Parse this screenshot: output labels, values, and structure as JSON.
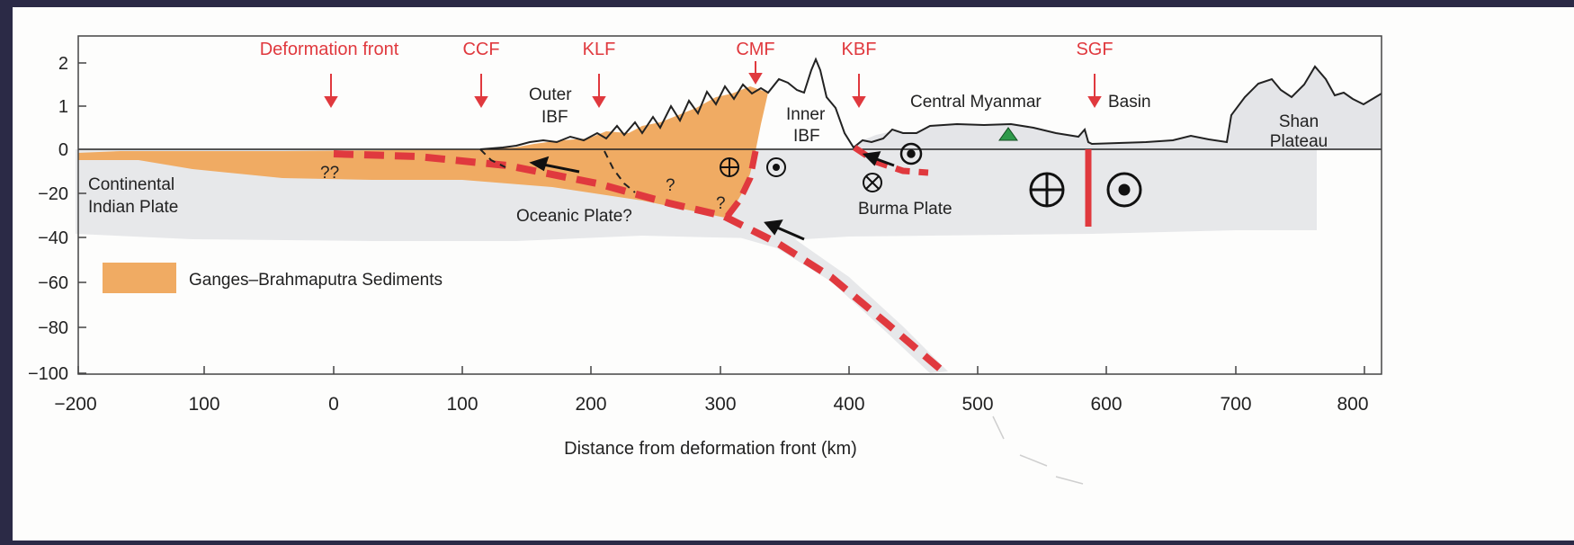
{
  "figure": {
    "x_axis": {
      "label": "Distance from deformation front (km)",
      "ticks": [
        "−200",
        "100",
        "0",
        "100",
        "200",
        "300",
        "400",
        "500",
        "600",
        "700",
        "800"
      ]
    },
    "y_axis": {
      "ticks": [
        "2",
        "1",
        "0",
        "−20",
        "−40",
        "−60",
        "−80",
        "−100"
      ]
    },
    "faults": [
      {
        "label": "Deformation front"
      },
      {
        "label": "CCF"
      },
      {
        "label": "KLF"
      },
      {
        "label": "CMF"
      },
      {
        "label": "KBF"
      },
      {
        "label": "SGF"
      }
    ],
    "region_labels": {
      "outer_ibf_1": "Outer",
      "outer_ibf_2": "IBF",
      "inner_ibf_1": "Inner",
      "inner_ibf_2": "IBF",
      "central_myanmar": "Central Myanmar",
      "basin": "Basin",
      "shan_1": "Shan",
      "shan_2": "Plateau",
      "continental_1": "Continental",
      "continental_2": "Indian Plate",
      "oceanic_plate": "Oceanic Plate?",
      "burma_plate": "Burma Plate",
      "question_double": "??",
      "question_a": "?",
      "question_b": "?"
    },
    "legend": {
      "label": "Ganges–Brahmaputra Sediments"
    },
    "colors": {
      "background": "#2b2a46",
      "paper": "#fdfdfc",
      "sediment": "#f0ab63",
      "fault_red": "#e0393e",
      "crust_gray": "#e7e8ea",
      "volcano_green": "#2e9a4a",
      "text_black": "#222222"
    },
    "icons": {
      "slip_toward": "circle-dot-icon",
      "slip_away": "circle-cross-icon",
      "slip_x": "circle-x-icon",
      "volcano": "triangle-icon"
    }
  }
}
